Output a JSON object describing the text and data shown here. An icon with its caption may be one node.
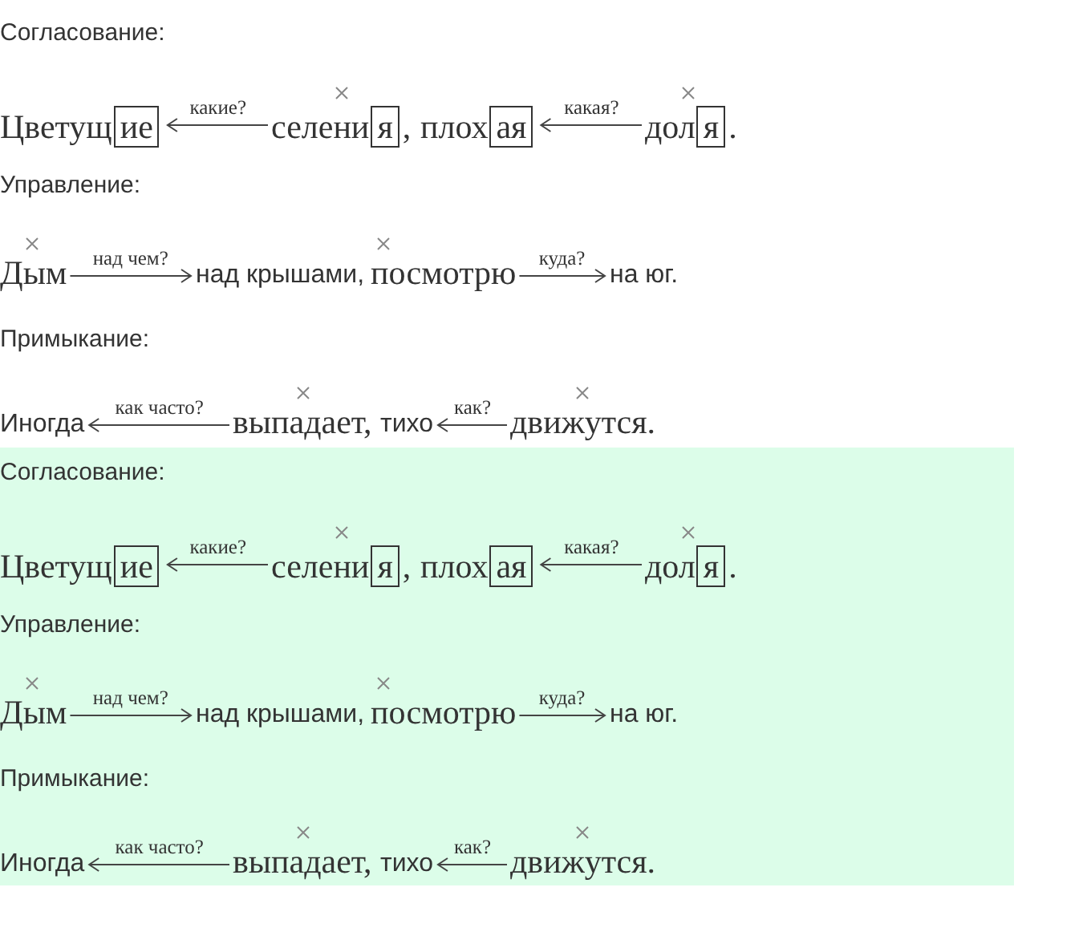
{
  "diagram": {
    "nodes": [
      {
        "text": [
          "Цветущ"
        ]
      },
      {
        "text": [
          "ие"
        ],
        "in": 0
      },
      {
        "text": [
          "селени",
          ","
        ]
      },
      {
        "text": [
          "я"
        ],
        "in": 2
      },
      {
        "text": [
          "плох"
        ]
      },
      {
        "text": [
          "ая"
        ],
        "in": 4
      },
      {
        "text": [
          "дол",
          "."
        ]
      },
      {
        "text": [
          "я"
        ],
        "in": 6
      },
      {
        "text": [
          "Дым"
        ]
      },
      {
        "text": [
          "над крышами,"
        ]
      },
      {
        "text": [
          "посмотрю"
        ]
      },
      {
        "text": [
          "на юг."
        ]
      },
      {
        "text": [
          "Иногда"
        ]
      },
      {
        "text": [
          "выпадает,"
        ]
      },
      {
        "text": [
          "тихо"
        ]
      },
      {
        "text": [
          "движутся."
        ]
      },
      {
        "text": [
          "Цветущ"
        ]
      },
      {
        "text": [
          "ие"
        ],
        "in": 16
      },
      {
        "text": [
          "селени",
          ","
        ]
      },
      {
        "text": [
          "я"
        ],
        "in": 18
      },
      {
        "text": [
          "плох"
        ]
      },
      {
        "text": [
          "ая"
        ],
        "in": 20
      },
      {
        "text": [
          "дол",
          "."
        ]
      },
      {
        "text": [
          "я"
        ],
        "in": 22
      },
      {
        "text": [
          "Дым"
        ]
      },
      {
        "text": [
          "над крышами,"
        ]
      },
      {
        "text": [
          "посмотрю"
        ]
      },
      {
        "text": [
          "на юг."
        ]
      },
      {
        "text": [
          "Иногда"
        ]
      },
      {
        "text": [
          "выпадает,"
        ]
      },
      {
        "text": [
          "тихо"
        ]
      },
      {
        "text": [
          "движутся."
        ]
      }
    ],
    "edges": [
      {
        "from": 2,
        "to": 0,
        "arrow": "to",
        "label": "какие?"
      },
      {
        "from": 6,
        "to": 4,
        "arrow": "to",
        "label": "какая?"
      },
      {
        "from": 8,
        "to": 9,
        "arrow": "to",
        "label": "над чем?"
      },
      {
        "from": 10,
        "to": 11,
        "arrow": "to",
        "label": "куда?"
      },
      {
        "from": 13,
        "to": 12,
        "arrow": "to",
        "label": "как часто?"
      },
      {
        "from": 15,
        "to": 14,
        "arrow": "to",
        "label": "как?"
      },
      {
        "from": 18,
        "to": 16,
        "arrow": "to",
        "label": "какие?"
      },
      {
        "from": 22,
        "to": 20,
        "arrow": "to",
        "label": "какая?"
      },
      {
        "from": 24,
        "to": 25,
        "arrow": "to",
        "label": "над чем?"
      },
      {
        "from": 26,
        "to": 27,
        "arrow": "to",
        "label": "куда?"
      },
      {
        "from": 29,
        "to": 28,
        "arrow": "to",
        "label": "как часто?"
      },
      {
        "from": 31,
        "to": 30,
        "arrow": "to",
        "label": "как?"
      }
    ],
    "labels": [
      "Согласование:",
      "Управление:",
      "Примыкание:",
      "Согласование:",
      "Управление:",
      "Примыкание:"
    ]
  }
}
